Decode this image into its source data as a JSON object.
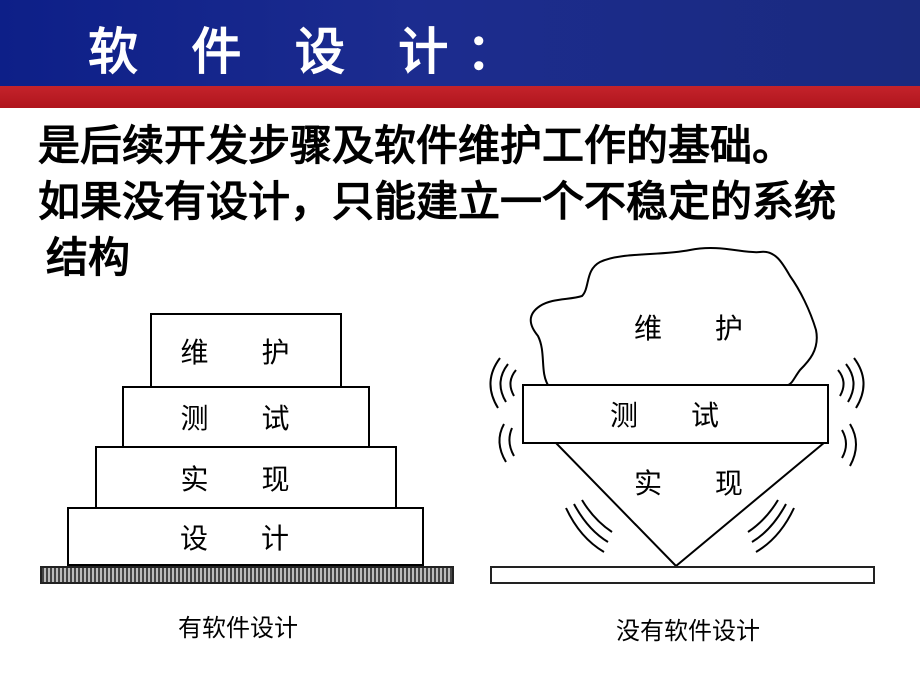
{
  "slide": {
    "title": "软 件 设 计：",
    "lines": [
      "是后续开发步骤及软件维护工作的基础。",
      "如果没有设计，只能建立一个不稳定的系统",
      "结构"
    ]
  },
  "left_diagram": {
    "layers": [
      "维 护",
      "测 试",
      "实 现",
      "设 计"
    ],
    "caption": "有软件设计"
  },
  "right_diagram": {
    "layers": [
      "维 护",
      "测 试",
      "实 现"
    ],
    "caption": "没有软件设计"
  }
}
